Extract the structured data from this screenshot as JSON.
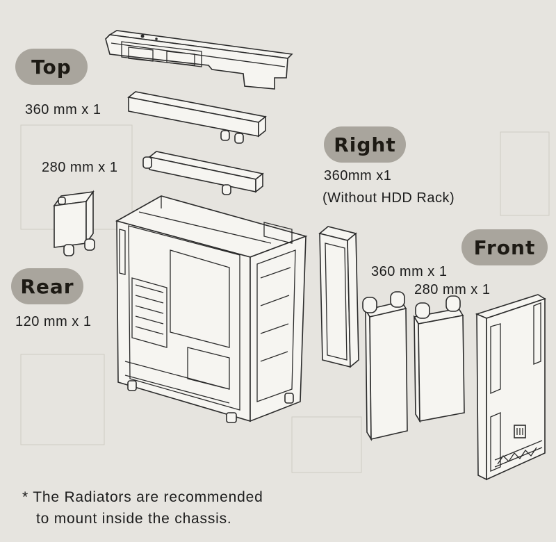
{
  "labels": {
    "top": "Top",
    "right": "Right",
    "front": "Front",
    "rear": "Rear"
  },
  "specs": {
    "top_360": "360 mm x 1",
    "top_280": "280 mm x 1",
    "right_360": "360mm x1",
    "right_note": "(Without HDD Rack)",
    "front_360": "360 mm x 1",
    "front_280": "280 mm x 1",
    "rear_120": "120 mm x 1"
  },
  "footnote": {
    "line1": "* The Radiators are recommended",
    "line2": "to mount inside the chassis."
  },
  "icons": [
    "top-panel-icon",
    "radiator-360-icon",
    "radiator-280-icon",
    "radiator-120-icon",
    "chassis-icon",
    "front-panel-icon"
  ]
}
